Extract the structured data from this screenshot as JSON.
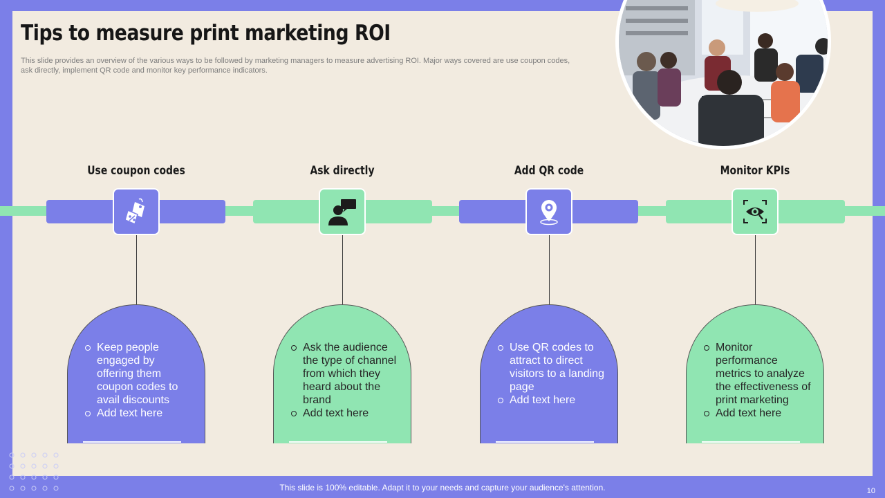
{
  "slide": {
    "title": "Tips to measure print marketing ROI",
    "subtitle": "This slide provides an overview of the various ways to be followed by marketing managers to measure advertising ROI. Major ways covered are use coupon codes, ask directly, implement QR code and monitor key performance indicators.",
    "footer": "This slide is 100% editable. Adapt it to your needs and capture your audience's attention.",
    "page_number": "10"
  },
  "colors": {
    "frame": "#7b7fe8",
    "panel": "#f2ebe0",
    "purple": "#7b7fe8",
    "green": "#90e5b2"
  },
  "steps": [
    {
      "label": "Use coupon codes",
      "icon": "coupon-tag-icon",
      "color": "purple",
      "bullets": [
        "Keep people engaged by offering them coupon codes to avail discounts",
        "Add text here"
      ]
    },
    {
      "label": "Ask directly",
      "icon": "person-speech-icon",
      "color": "green",
      "bullets": [
        "Ask the audience the type of channel from which they heard about the brand",
        "Add text here"
      ]
    },
    {
      "label": "Add QR code",
      "icon": "location-pin-icon",
      "color": "purple",
      "bullets": [
        "Use QR codes to attract to direct visitors to a landing page",
        "Add text here"
      ]
    },
    {
      "label": "Monitor KPIs",
      "icon": "eye-scan-icon",
      "color": "green",
      "bullets": [
        "Monitor performance metrics to analyze the effectiveness of print marketing",
        "Add text here"
      ]
    }
  ]
}
